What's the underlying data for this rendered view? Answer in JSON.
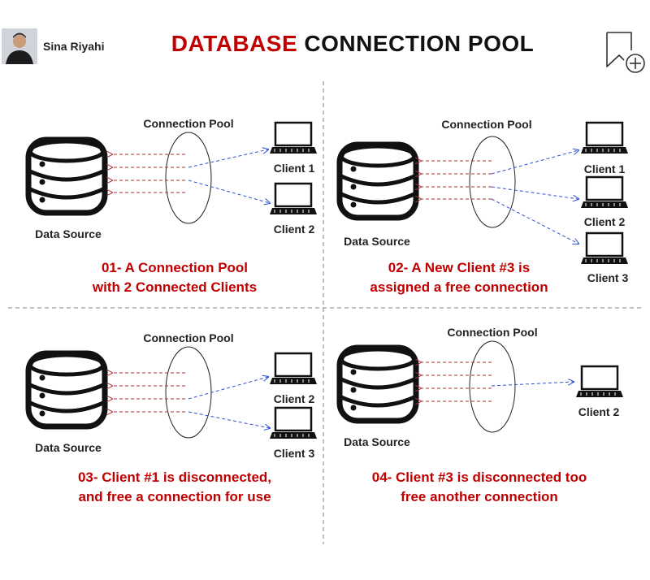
{
  "header": {
    "author_name": "Sina Riyahi",
    "title_highlight": "DATABASE",
    "title_rest": "CONNECTION POOL",
    "save_icon": "bookmark-plus-icon"
  },
  "colors": {
    "accent_red": "#c00000",
    "server_red": "#a83232",
    "client_blue": "#2e4fd6",
    "divider": "#7f7f7f"
  },
  "panels": [
    {
      "pool_label": "Connection Pool",
      "source_label": "Data Source",
      "clients": [
        "Client 1",
        "Client 2"
      ],
      "caption_line1": "01- A Connection Pool",
      "caption_line2": "with 2 Connected Clients"
    },
    {
      "pool_label": "Connection Pool",
      "source_label": "Data Source",
      "clients": [
        "Client 1",
        "Client 2",
        "Client 3"
      ],
      "caption_line1": "02- A New Client #3 is",
      "caption_line2": "assigned a free connection"
    },
    {
      "pool_label": "Connection Pool",
      "source_label": "Data Source",
      "clients": [
        "Client 2",
        "Client 3"
      ],
      "caption_line1": "03- Client #1 is disconnected,",
      "caption_line2": "and free a connection for use"
    },
    {
      "pool_label": "Connection Pool",
      "source_label": "Data Source",
      "clients": [
        "Client 2"
      ],
      "caption_line1": "04- Client #3 is disconnected too",
      "caption_line2": "free another connection"
    }
  ]
}
